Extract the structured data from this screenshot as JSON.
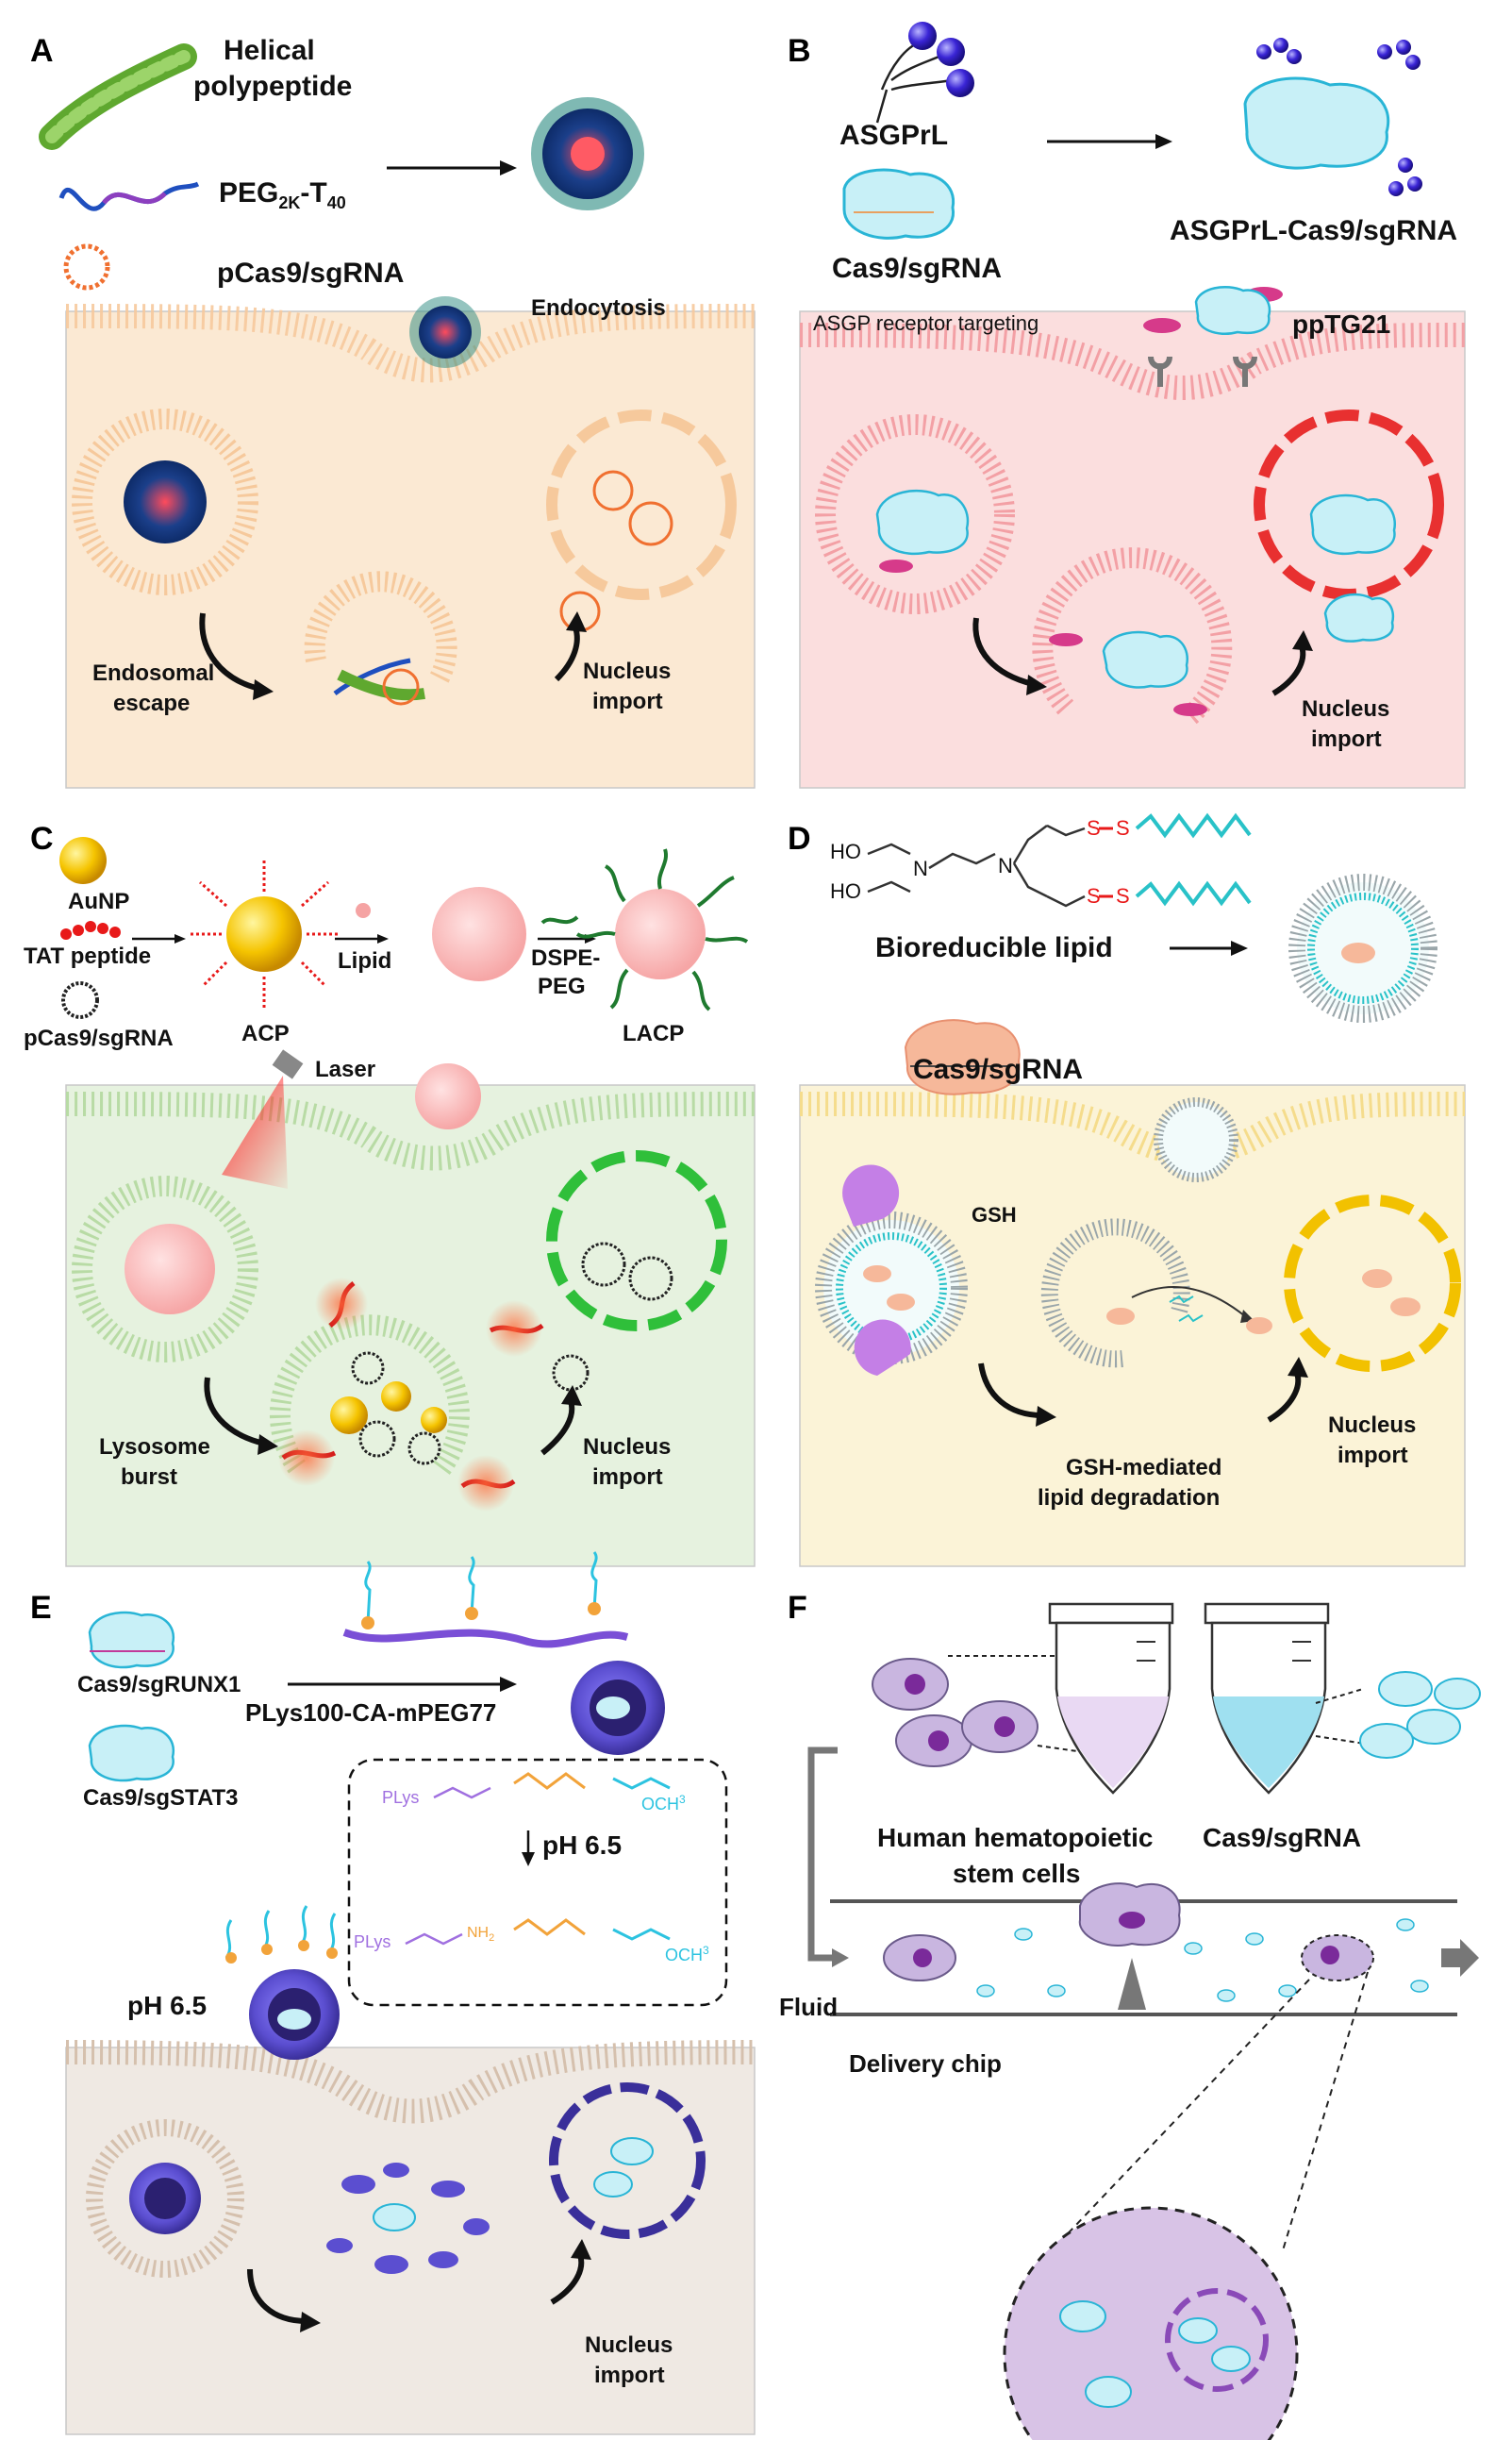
{
  "panels": {
    "A": {
      "letter": "A",
      "label_helical_1": "Helical",
      "label_helical_2": "polypeptide",
      "label_peg": "PEG",
      "label_peg_sub": "2K",
      "label_peg_end": "-T",
      "label_peg_sub2": "40",
      "label_plasmid": "pCas9/sgRNA",
      "label_endocytosis": "Endocytosis",
      "label_escape_1": "Endosomal",
      "label_escape_2": "escape",
      "label_nucleus_1": "Nucleus",
      "label_nucleus_2": "import"
    },
    "B": {
      "letter": "B",
      "label_asgprl": "ASGPrL",
      "label_cas9": "Cas9/sgRNA",
      "label_complex": "ASGPrL-Cas9/sgRNA",
      "label_receptor": "ASGP receptor targeting",
      "label_pptg": "ppTG21",
      "label_nucleus_1": "Nucleus",
      "label_nucleus_2": "import"
    },
    "C": {
      "letter": "C",
      "label_aunp": "AuNP",
      "label_tat": "TAT peptide",
      "label_plasmid": "pCas9/sgRNA",
      "label_acp": "ACP",
      "label_lipid": "Lipid",
      "label_dspe_1": "DSPE-",
      "label_dspe_2": "PEG",
      "label_lacp": "LACP",
      "label_laser": "Laser",
      "label_burst_1": "Lysosome",
      "label_burst_2": "burst",
      "label_nucleus_1": "Nucleus",
      "label_nucleus_2": "import"
    },
    "D": {
      "letter": "D",
      "label_lipid": "Bioreducible lipid",
      "label_cas9": "Cas9/sgRNA",
      "label_gsh": "GSH",
      "label_degr_1": "GSH-mediated",
      "label_degr_2": "lipid  degradation",
      "label_nucleus_1": "Nucleus",
      "label_nucleus_2": "import",
      "chem_ho1": "HO",
      "chem_ho2": "HO",
      "chem_n1": "N",
      "chem_n2": "N",
      "chem_s1": "S",
      "chem_s2": "S",
      "chem_s3": "S",
      "chem_s4": "S"
    },
    "E": {
      "letter": "E",
      "label_runx": "Cas9/sgRUNX1",
      "label_stat": "Cas9/sgSTAT3",
      "label_polymer": "PLys100-CA-mPEG77",
      "label_ph_box": "pH 6.5",
      "label_ph_cell": "pH 6.5",
      "label_nucleus_1": "Nucleus",
      "label_nucleus_2": "import",
      "chem_plys1": "PLys",
      "chem_plys2": "PLys",
      "chem_nh2": "NH",
      "chem_nh2_sub": "2",
      "chem_och3_1": "OCH",
      "chem_och3_2": "OCH",
      "chem_och_sup": "3"
    },
    "F": {
      "letter": "F",
      "label_cells_1": "Human hematopoietic",
      "label_cells_2": "stem cells",
      "label_cas9": "Cas9/sgRNA",
      "label_fluid": "Fluid",
      "label_chip": "Delivery chip"
    }
  },
  "colors": {
    "panel_A_bg": "#fbe9d3",
    "panel_B_bg": "#fbdede",
    "panel_C_bg": "#e6f2df",
    "panel_D_bg": "#fbf3d7",
    "panel_E_bg": "#efe9e3",
    "membrane_A": "#f6c99c",
    "membrane_B": "#f3a0a5",
    "membrane_C": "#b8dba5",
    "membrane_D": "#f5dc8c",
    "membrane_E": "#d5c0ad",
    "accent_red": "#e23b3b",
    "accent_purple": "#5a3ea8",
    "accent_cyan": "#2cc3e0"
  }
}
